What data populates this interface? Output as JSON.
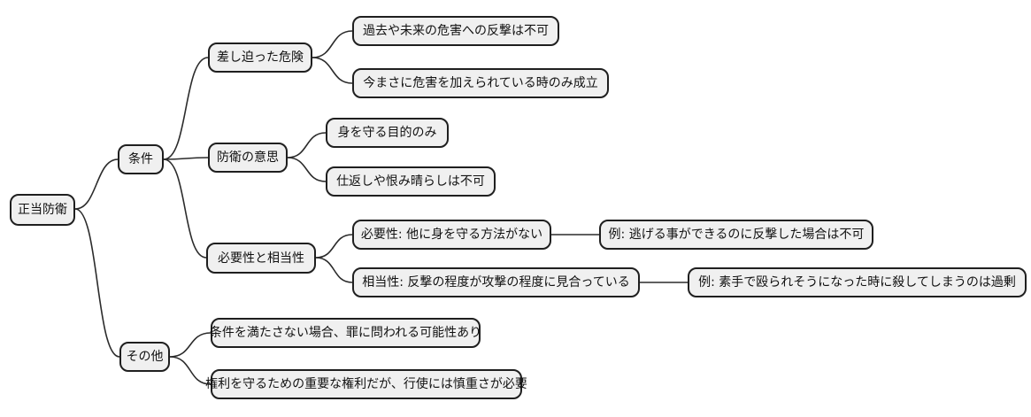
{
  "mindmap": {
    "root": {
      "label": "正当防衛",
      "children": [
        {
          "label": "条件",
          "children": [
            {
              "label": "差し迫った危険",
              "children": [
                {
                  "label": "過去や未来の危害への反撃は不可"
                },
                {
                  "label": "今まさに危害を加えられている時のみ成立"
                }
              ]
            },
            {
              "label": "防衛の意思",
              "children": [
                {
                  "label": "身を守る目的のみ"
                },
                {
                  "label": "仕返しや恨み晴らしは不可"
                }
              ]
            },
            {
              "label": "必要性と相当性",
              "children": [
                {
                  "label": "必要性: 他に身を守る方法がない",
                  "children": [
                    {
                      "label": "例: 逃げる事ができるのに反撃した場合は不可"
                    }
                  ]
                },
                {
                  "label": "相当性: 反撃の程度が攻撃の程度に見合っている",
                  "children": [
                    {
                      "label": "例: 素手で殴られそうになった時に殺してしまうのは過剰"
                    }
                  ]
                }
              ]
            }
          ]
        },
        {
          "label": "その他",
          "children": [
            {
              "label": "条件を満たさない場合、罪に問われる可能性あり"
            },
            {
              "label": "権利を守るための重要な権利だが、行使には慎重さが必要"
            }
          ]
        }
      ]
    }
  },
  "colors": {
    "background": "#ffffff",
    "node_fill": "#f0f0f0",
    "node_border": "#1f1f1f",
    "edge_line": "#2b2b2b",
    "text": "#111111"
  }
}
